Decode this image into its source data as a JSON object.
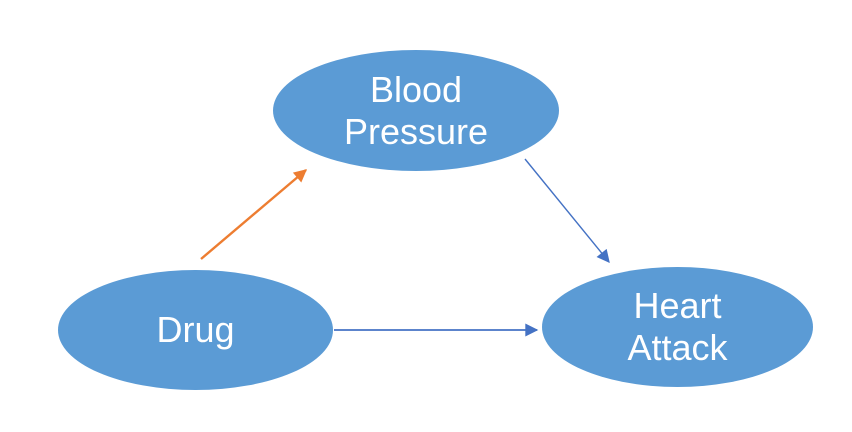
{
  "diagram": {
    "background_color": "#ffffff",
    "nodes": [
      {
        "id": "blood-pressure",
        "label": "Blood\nPressure",
        "fill": "#5b9bd5",
        "text_color": "#ffffff"
      },
      {
        "id": "drug",
        "label": "Drug",
        "fill": "#5b9bd5",
        "text_color": "#ffffff"
      },
      {
        "id": "heart-attack",
        "label": "Heart\nAttack",
        "fill": "#5b9bd5",
        "text_color": "#ffffff"
      }
    ],
    "edges": [
      {
        "id": "drug-to-blood-pressure",
        "from": "drug",
        "to": "blood-pressure",
        "color": "#ed7d31",
        "style": "solid-arrow"
      },
      {
        "id": "blood-pressure-to-heart-attack",
        "from": "blood-pressure",
        "to": "heart-attack",
        "color": "#4472c4",
        "style": "solid-arrow"
      },
      {
        "id": "drug-to-heart-attack",
        "from": "drug",
        "to": "heart-attack",
        "color": "#4472c4",
        "style": "solid-arrow"
      }
    ]
  }
}
